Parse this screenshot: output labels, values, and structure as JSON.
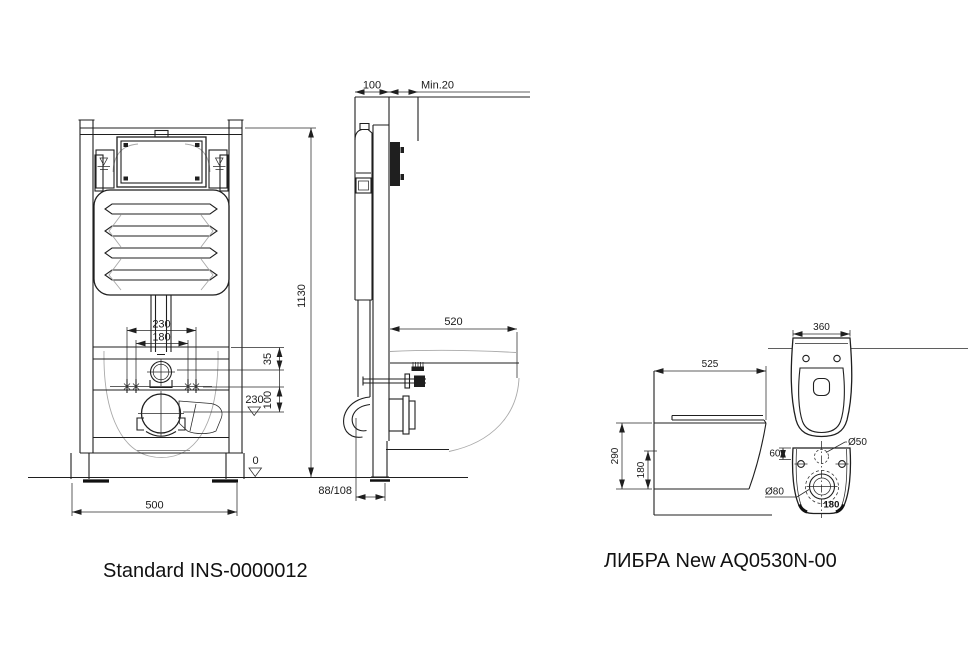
{
  "captions": {
    "frame": "Standard INS-0000012",
    "toilet": "ЛИБРА New AQ0530N-00"
  },
  "front_view": {
    "label_230": "230",
    "label_180": "180",
    "label_1130": "1130",
    "label_35": "35",
    "label_100": "100",
    "level_230": "230",
    "level_0": "0",
    "label_500": "500"
  },
  "side_view": {
    "label_100": "100",
    "label_min20": "Min.20",
    "label_520": "520",
    "label_88_108": "88/108"
  },
  "toilet_side": {
    "label_525": "525",
    "label_290": "290",
    "label_180": "180"
  },
  "toilet_top": {
    "label_360": "360"
  },
  "toilet_rear": {
    "label_d50": "Ø50",
    "label_60": "60",
    "label_d80": "Ø80",
    "label_180": "180"
  },
  "colors": {
    "line": "#1f1f1f",
    "ghost": "#a9a9a9",
    "background": "#ffffff"
  }
}
